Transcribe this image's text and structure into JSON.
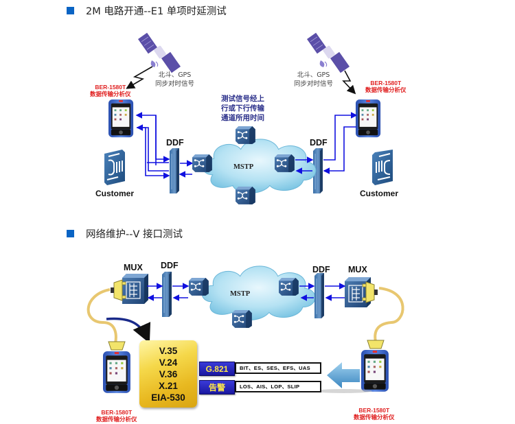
{
  "section1": {
    "heading": "2M  电路开通--E1  单项时延测试",
    "gps_left": {
      "line1": "北斗、GPS",
      "line2": "同步对时信号"
    },
    "gps_right": {
      "line1": "北斗、GPS",
      "line2": "同步对时信号"
    },
    "device_left": {
      "model": "BER-1580T",
      "name": "数据传输分析仪"
    },
    "device_right": {
      "model": "BER-1580T",
      "name": "数据传输分析仪"
    },
    "note": [
      "测试信号经上",
      "行或下行传输",
      "通道所用时间"
    ],
    "ddf_left": "DDF",
    "ddf_right": "DDF",
    "cloud_label": "MSTP",
    "customer_left": "Customer",
    "customer_right": "Customer"
  },
  "section2": {
    "heading": "网络维护--V  接口测试",
    "mux_left": "MUX",
    "ddf_left": "DDF",
    "ddf_right": "DDF",
    "mux_right": "MUX",
    "cloud_label": "MSTP",
    "interfaces": [
      "V.35",
      "V.24",
      "V.36",
      "X.21",
      "EIA-530"
    ],
    "results": [
      {
        "tag": "G.821",
        "value": "BIT、ES、SES、EFS、UAS"
      },
      {
        "tag": "告警",
        "value": "LOS、AIS、LOP、SLIP"
      }
    ],
    "device_left": {
      "model": "BER-1580T",
      "name": "数据传输分析仪"
    },
    "device_right": {
      "model": "BER-1580T",
      "name": "数据传输分析仪"
    }
  },
  "colors": {
    "bullet": "#0a64c4",
    "link_line": "#1010e0",
    "device_label": "#e02020",
    "tag_bg": "#1f1ca8",
    "tag_text": "#ffe84a"
  }
}
